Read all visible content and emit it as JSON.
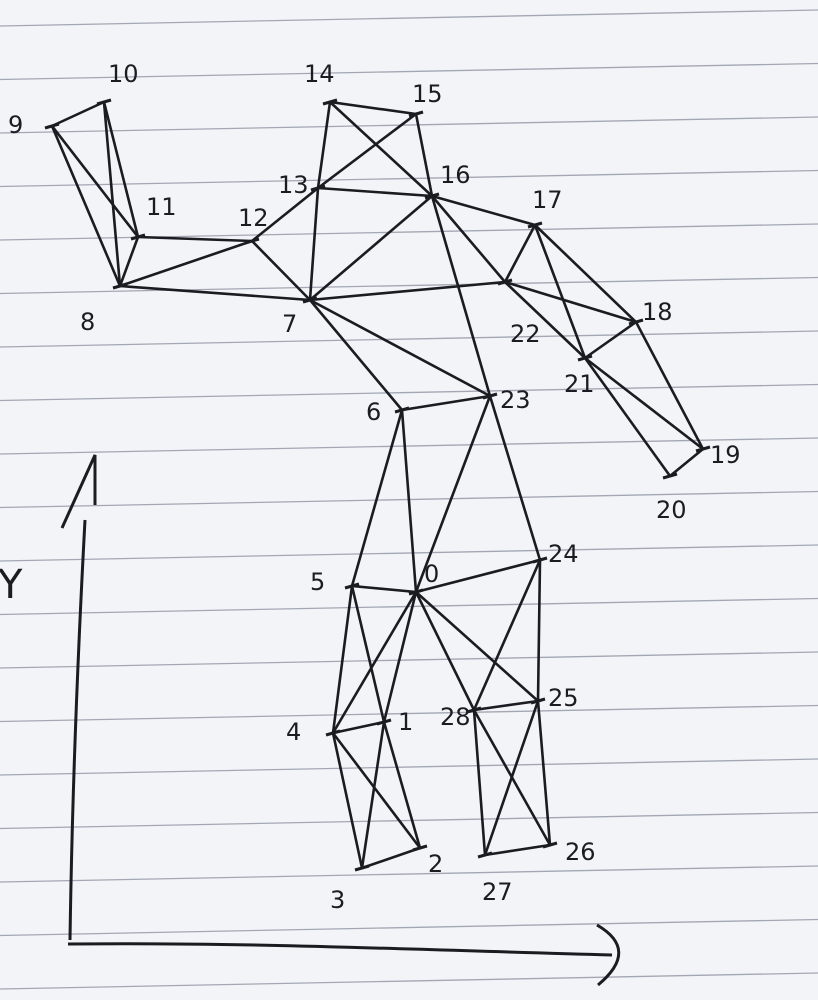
{
  "figure": {
    "paper_color": "#f2f4f8",
    "rule_color": "#7a7f8e",
    "ink_color": "#1b1b22",
    "axes": {
      "y_label": "Y",
      "x_label": ""
    },
    "joints": [
      {
        "id": "0",
        "label": "0"
      },
      {
        "id": "1",
        "label": "1"
      },
      {
        "id": "2",
        "label": "2"
      },
      {
        "id": "3",
        "label": "3"
      },
      {
        "id": "4",
        "label": "4"
      },
      {
        "id": "5",
        "label": "5"
      },
      {
        "id": "6",
        "label": "6"
      },
      {
        "id": "7",
        "label": "7"
      },
      {
        "id": "8",
        "label": "8"
      },
      {
        "id": "9",
        "label": "9"
      },
      {
        "id": "10",
        "label": "10"
      },
      {
        "id": "11",
        "label": "11"
      },
      {
        "id": "12",
        "label": "12"
      },
      {
        "id": "13",
        "label": "13"
      },
      {
        "id": "14",
        "label": "14"
      },
      {
        "id": "15",
        "label": "15"
      },
      {
        "id": "16",
        "label": "16"
      },
      {
        "id": "17",
        "label": "17"
      },
      {
        "id": "18",
        "label": "18"
      },
      {
        "id": "19",
        "label": "19"
      },
      {
        "id": "20",
        "label": "20"
      },
      {
        "id": "21",
        "label": "21"
      },
      {
        "id": "22",
        "label": "22"
      },
      {
        "id": "23",
        "label": "23"
      },
      {
        "id": "24",
        "label": "24"
      },
      {
        "id": "25",
        "label": "25"
      },
      {
        "id": "26",
        "label": "26"
      },
      {
        "id": "27",
        "label": "27"
      },
      {
        "id": "28",
        "label": "28"
      }
    ],
    "segments": [
      [
        "9",
        "10"
      ],
      [
        "9",
        "11"
      ],
      [
        "9",
        "8"
      ],
      [
        "10",
        "11"
      ],
      [
        "10",
        "8"
      ],
      [
        "8",
        "11"
      ],
      [
        "11",
        "12"
      ],
      [
        "8",
        "12"
      ],
      [
        "8",
        "7"
      ],
      [
        "12",
        "13"
      ],
      [
        "12",
        "7"
      ],
      [
        "13",
        "14"
      ],
      [
        "13",
        "7"
      ],
      [
        "13",
        "16"
      ],
      [
        "14",
        "15"
      ],
      [
        "14",
        "16"
      ],
      [
        "15",
        "16"
      ],
      [
        "15",
        "13"
      ],
      [
        "16",
        "7"
      ],
      [
        "16",
        "17"
      ],
      [
        "16",
        "22"
      ],
      [
        "16",
        "23"
      ],
      [
        "7",
        "22"
      ],
      [
        "7",
        "23"
      ],
      [
        "17",
        "22"
      ],
      [
        "17",
        "18"
      ],
      [
        "17",
        "21"
      ],
      [
        "22",
        "18"
      ],
      [
        "22",
        "21"
      ],
      [
        "18",
        "21"
      ],
      [
        "18",
        "19"
      ],
      [
        "21",
        "19"
      ],
      [
        "21",
        "20"
      ],
      [
        "20",
        "19"
      ],
      [
        "7",
        "6"
      ],
      [
        "6",
        "23"
      ],
      [
        "6",
        "0"
      ],
      [
        "23",
        "0"
      ],
      [
        "23",
        "24"
      ],
      [
        "6",
        "5"
      ],
      [
        "5",
        "0"
      ],
      [
        "0",
        "24"
      ],
      [
        "5",
        "4"
      ],
      [
        "5",
        "1"
      ],
      [
        "0",
        "4"
      ],
      [
        "0",
        "1"
      ],
      [
        "0",
        "28"
      ],
      [
        "0",
        "25"
      ],
      [
        "24",
        "28"
      ],
      [
        "24",
        "25"
      ],
      [
        "4",
        "1"
      ],
      [
        "4",
        "3"
      ],
      [
        "4",
        "2"
      ],
      [
        "1",
        "3"
      ],
      [
        "1",
        "2"
      ],
      [
        "3",
        "2"
      ],
      [
        "28",
        "25"
      ],
      [
        "28",
        "27"
      ],
      [
        "28",
        "26"
      ],
      [
        "25",
        "27"
      ],
      [
        "25",
        "26"
      ],
      [
        "27",
        "26"
      ]
    ]
  }
}
